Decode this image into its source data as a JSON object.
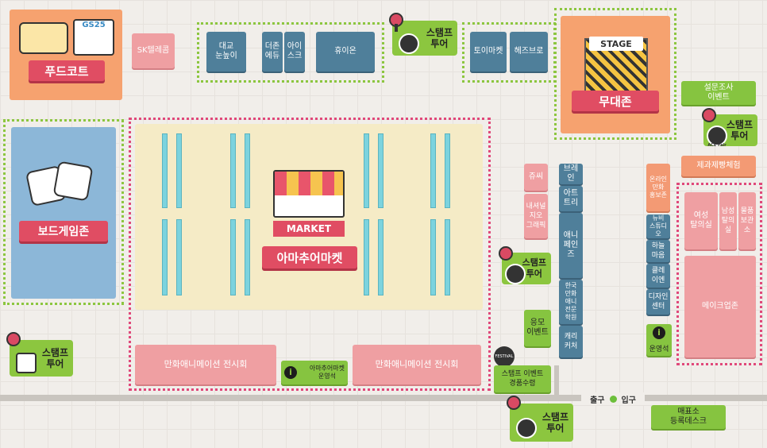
{
  "zones": {
    "food_court": "푸드코트",
    "food_sign": "GS25",
    "board_game": "보드게임존",
    "market": "MARKET",
    "amateur_market": "아마추어마켓",
    "stage": "STAGE",
    "stage_zone": "무대존",
    "makeup": "메이크업존"
  },
  "booths": {
    "sk_telecom": "SK텔레콤",
    "univ": "대교\n눈높이",
    "the_zone": "더존\n에듀",
    "iask": "아이\n스크",
    "hyuon": "휴이온",
    "toy_market": "토이마켓",
    "heads_bro": "헤즈브로",
    "survey": "설문조사\n이벤트",
    "bakery": "제과제빵체험",
    "jusi": "쥬씨",
    "designer_graphic": "내셔널\n지오\n그래픽",
    "brain": "브레인",
    "art_tree": "아트\n트리",
    "ani_paints": "애니\n페인즈",
    "korea_comic": "한국\n만화\n애니\n전문\n학원",
    "cherry": "캐리\n커처",
    "online_comic": "온라인\n만화\n홍보존",
    "newbie": "뉴비\n스튜디오",
    "haneul": "하늘\n마음",
    "clay": "클레\n이엔",
    "design_center": "디자인\n센터",
    "female_room": "여성\n탈의실",
    "male_room": "남성\n탈의실",
    "storage": "물품\n보관소",
    "comic_exhibit_1": "만화애니메이션 전시회",
    "comic_exhibit_2": "만화애니메이션 전시회",
    "amateur_info": "아마추어마켓\n운영석",
    "event_apply": "응모\n이벤트",
    "info_desk": "운영석",
    "stamp_prize": "스탬프 이벤트\n경품수령",
    "ticket": "매표소\n등록데스크"
  },
  "stamp_tour": "스탬프\n투어",
  "festival_badge": "FESTIVAL",
  "ace_badge": "ACE Fair",
  "exit_label": "출구",
  "entrance_label": "입구",
  "info_symbol": "i",
  "colors": {
    "blue": "#4f7f9a",
    "pink": "#ef9fa2",
    "green": "#86c440",
    "ribbon": "#e04d63",
    "salmon": "#f39a74"
  }
}
